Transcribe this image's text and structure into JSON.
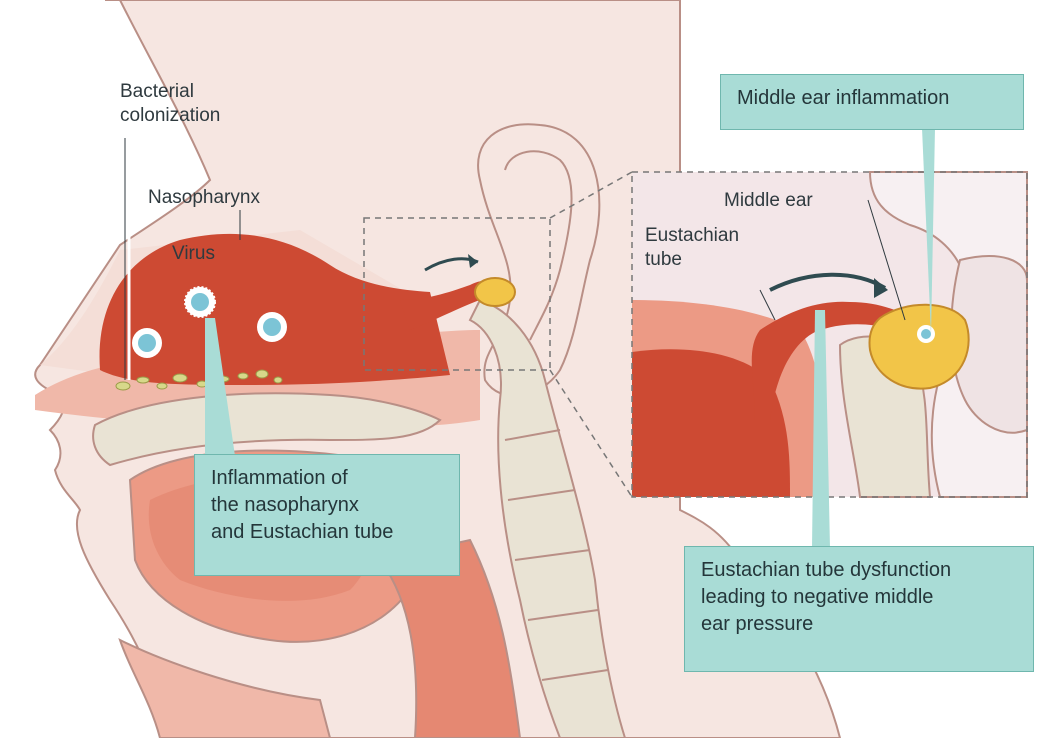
{
  "labels": {
    "bacterial_colonization": "Bacterial\ncolonization",
    "nasopharynx": "Nasopharynx",
    "virus": "Virus",
    "middle_ear": "Middle ear",
    "eustachian_tube": "Eustachian\ntube"
  },
  "callouts": {
    "middle_ear_inflammation": "Middle ear inflammation",
    "nasopharynx_inflammation": "Inflammation of\nthe nasopharynx\nand Eustachian tube",
    "tube_dysfunction": "Eustachian tube dysfunction\nleading to negative middle\near pressure"
  },
  "colors": {
    "skin": "#f6e6e1",
    "skin_outline": "#b98f86",
    "tissue": "#ec9a85",
    "inflamed": "#cd4a33",
    "bone": "#e9e3d4",
    "callout_fill": "#a9dcd6",
    "ear_fluid": "#f2c548"
  }
}
